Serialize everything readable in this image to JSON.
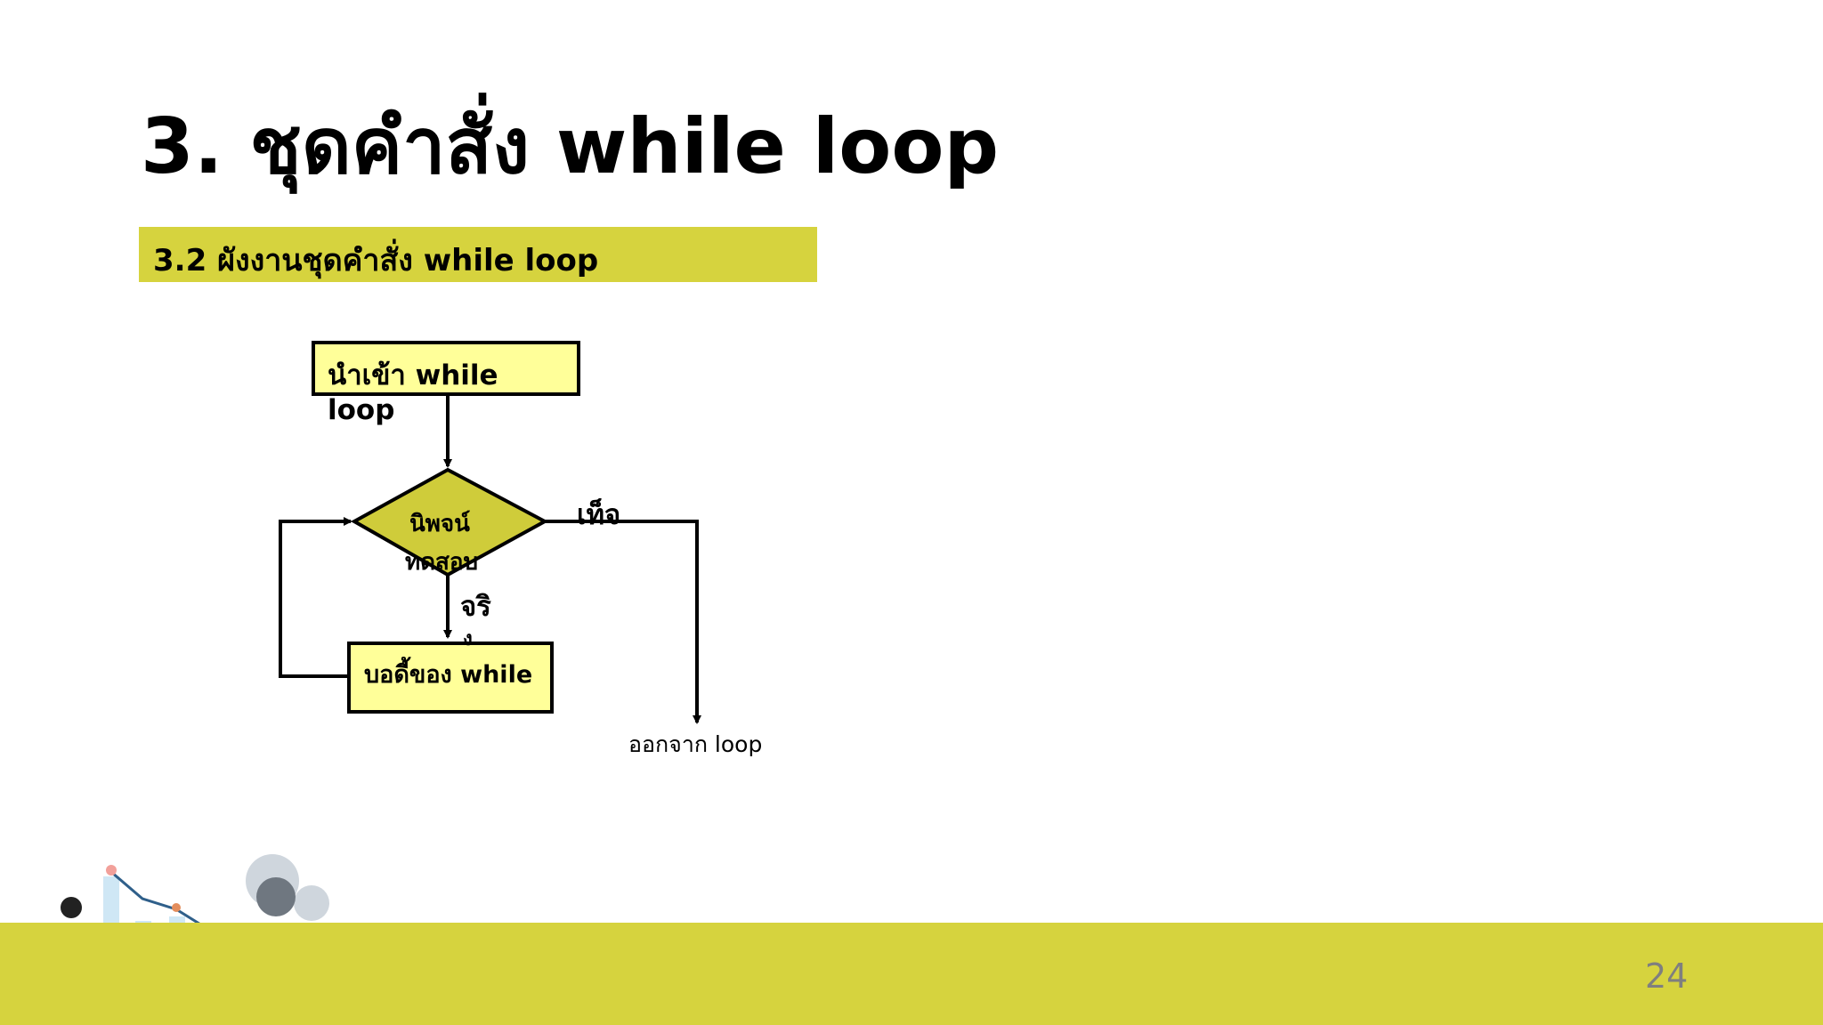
{
  "slide": {
    "title": "3. ชุดคำสั่ง while loop",
    "subtitle": "3.2 ผังงานชุดคำสั่ง while loop",
    "page_number": "24"
  },
  "flowchart": {
    "start_label_line1": "นำเข้า while",
    "start_label_line2": "loop",
    "condition_line1": "นิพจน์",
    "condition_line2": "ทดสอบ",
    "true_label_line1": "จริ",
    "true_label_line2": "ง",
    "false_label": "เท็จ",
    "body_label": "บอดี้ของ while",
    "exit_label": "ออกจาก loop"
  },
  "colors": {
    "accent": "#d6d33e",
    "box_fill": "#ffff99",
    "diamond_fill": "#cfcc3a",
    "page_number": "#7f7f7f"
  }
}
